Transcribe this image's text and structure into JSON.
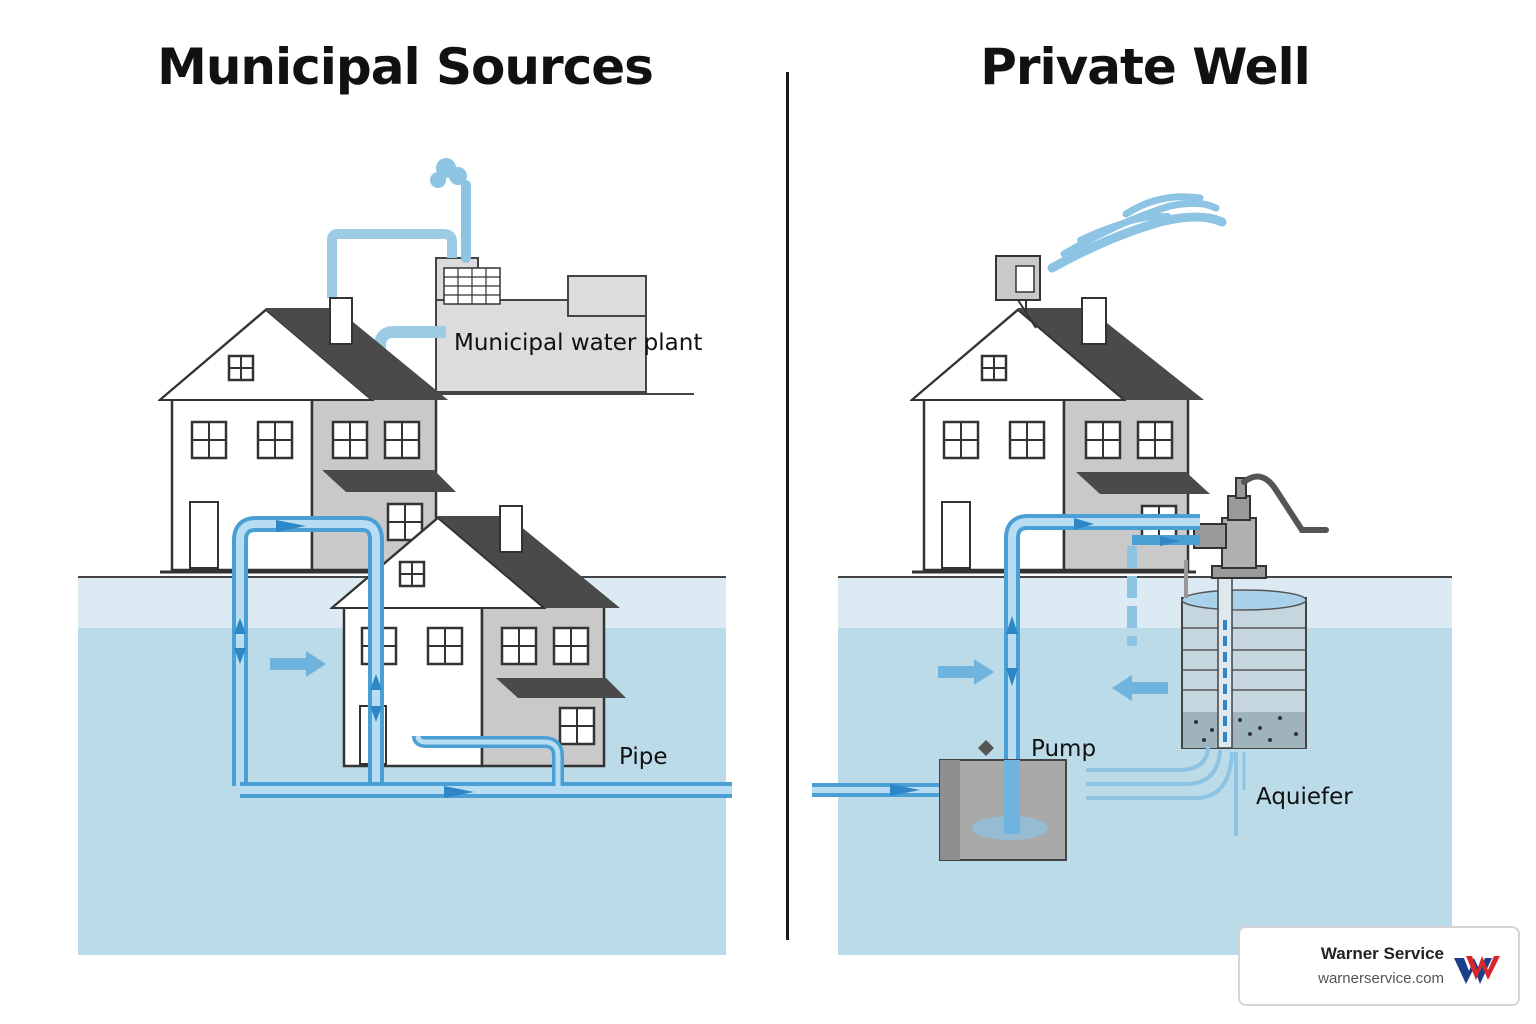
{
  "titles": {
    "left": "Municipal Sources",
    "right": "Private Well"
  },
  "labels": {
    "plant": "Municipal water plant",
    "pipe": "Pipe",
    "pump": "Pump",
    "aquifer": "Aquiefer"
  },
  "brand": {
    "name": "Warner Service",
    "url": "warnerservice.com",
    "logo_text": "W"
  },
  "colors": {
    "water_light": "#dcebf3",
    "water": "#bcdbe9",
    "pipe": "#6fb4de",
    "roof": "#4a4a4a",
    "wall_shade": "#c9c9c9",
    "brand_red": "#d8262c",
    "brand_blue": "#1b3f8a"
  },
  "icons": [
    "house-icon",
    "water-plant-icon",
    "hand-pump-icon",
    "pump-box-icon",
    "flow-arrow-icon",
    "brand-logo-icon"
  ]
}
